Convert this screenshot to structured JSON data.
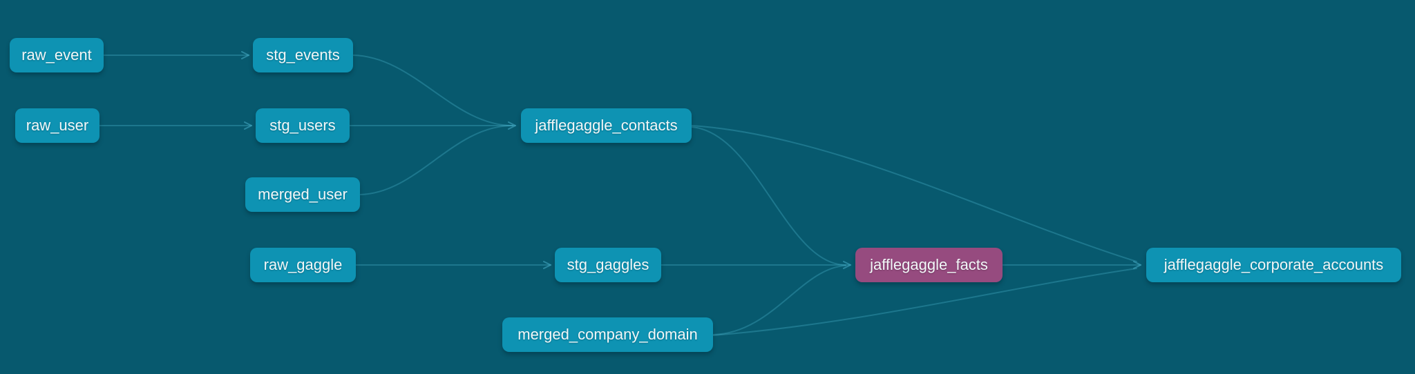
{
  "colors": {
    "background": "#07596e",
    "node_fill": "#0e93b3",
    "node_highlight_fill": "#964b7f",
    "node_text": "#f2f7f8",
    "edge": "#4db6d0"
  },
  "graph": {
    "nodes": [
      {
        "id": "raw_event",
        "label": "raw_event",
        "variant": "default"
      },
      {
        "id": "stg_events",
        "label": "stg_events",
        "variant": "default"
      },
      {
        "id": "raw_user",
        "label": "raw_user",
        "variant": "default"
      },
      {
        "id": "stg_users",
        "label": "stg_users",
        "variant": "default"
      },
      {
        "id": "merged_user",
        "label": "merged_user",
        "variant": "default"
      },
      {
        "id": "jafflegaggle_contacts",
        "label": "jafflegaggle_contacts",
        "variant": "default"
      },
      {
        "id": "raw_gaggle",
        "label": "raw_gaggle",
        "variant": "default"
      },
      {
        "id": "stg_gaggles",
        "label": "stg_gaggles",
        "variant": "default"
      },
      {
        "id": "jafflegaggle_facts",
        "label": "jafflegaggle_facts",
        "variant": "highlight"
      },
      {
        "id": "merged_company_domain",
        "label": "merged_company_domain",
        "variant": "default"
      },
      {
        "id": "jafflegaggle_corporate_accounts",
        "label": "jafflegaggle_corporate_accounts",
        "variant": "default"
      }
    ],
    "edges": [
      {
        "source": "raw_event",
        "target": "stg_events"
      },
      {
        "source": "raw_user",
        "target": "stg_users"
      },
      {
        "source": "stg_events",
        "target": "jafflegaggle_contacts"
      },
      {
        "source": "stg_users",
        "target": "jafflegaggle_contacts"
      },
      {
        "source": "merged_user",
        "target": "jafflegaggle_contacts"
      },
      {
        "source": "raw_gaggle",
        "target": "stg_gaggles"
      },
      {
        "source": "stg_gaggles",
        "target": "jafflegaggle_facts"
      },
      {
        "source": "jafflegaggle_contacts",
        "target": "jafflegaggle_facts"
      },
      {
        "source": "merged_company_domain",
        "target": "jafflegaggle_facts"
      },
      {
        "source": "jafflegaggle_facts",
        "target": "jafflegaggle_corporate_accounts"
      },
      {
        "source": "jafflegaggle_contacts",
        "target": "jafflegaggle_corporate_accounts"
      },
      {
        "source": "merged_company_domain",
        "target": "jafflegaggle_corporate_accounts"
      }
    ]
  }
}
